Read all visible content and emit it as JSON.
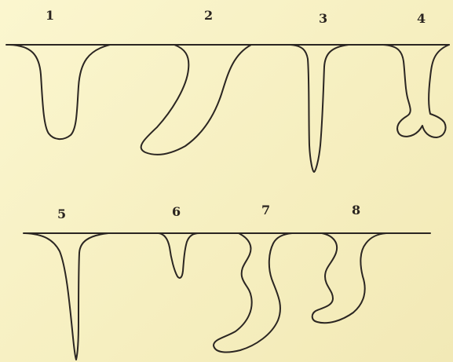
{
  "figures": [
    {
      "number": "1"
    },
    {
      "number": "2"
    },
    {
      "number": "3"
    },
    {
      "number": "4"
    },
    {
      "number": "5"
    },
    {
      "number": "6"
    },
    {
      "number": "7"
    },
    {
      "number": "8"
    }
  ],
  "colors": {
    "paper": "#f7f1c4",
    "ink": "#2b2622"
  }
}
